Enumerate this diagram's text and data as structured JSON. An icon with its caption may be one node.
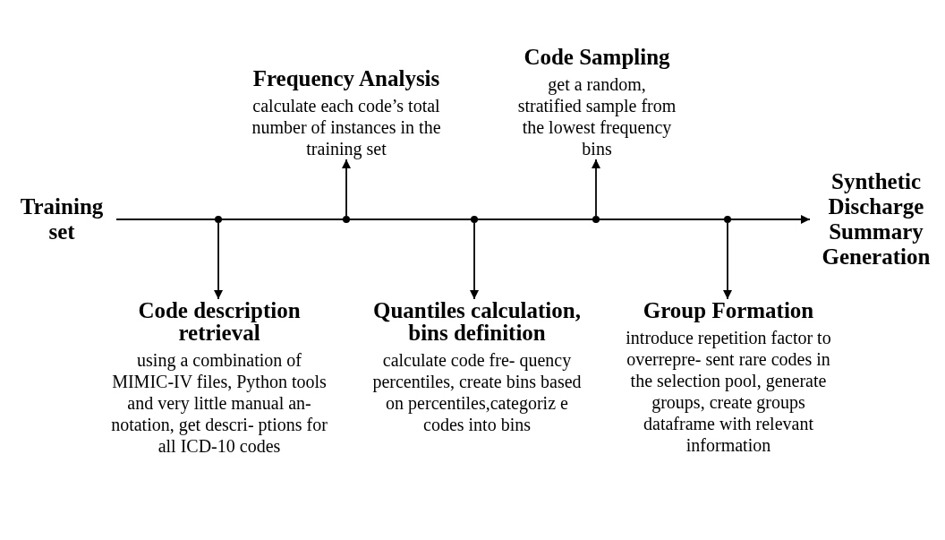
{
  "diagram": {
    "nodes": [
      {
        "text": [
          "Training set"
        ]
      },
      {
        "text": [],
        "shape": "circle"
      },
      {
        "text": [
          "Code description retrieval",
          "using a combination of MIMIC-IV files, Python tools and very little manual an- notation, get descri- ptions for all ICD-10 codes"
        ]
      },
      {
        "text": [],
        "shape": "circle"
      },
      {
        "text": [
          "Frequency Analysis",
          "calculate each code’s total number of instances in the training set"
        ]
      },
      {
        "text": [],
        "shape": "circle"
      },
      {
        "text": [
          "Quantiles calculation, bins definition",
          "calculate code fre- quency percentiles, create bins based on percentiles,categoriz e codes into bins"
        ]
      },
      {
        "text": [],
        "shape": "circle"
      },
      {
        "text": [
          "Code Sampling",
          "get a random, stratified sample from the lowest frequency bins"
        ]
      },
      {
        "text": [],
        "shape": "circle"
      },
      {
        "text": [
          "Group Formation",
          "introduce repetition factor to overrepre- sent rare codes in the selection pool, generate groups, create groups dataframe with relevant information"
        ]
      },
      {
        "text": [
          "Synthetic Discharge Summary Generation"
        ]
      }
    ],
    "edges": [
      {
        "from": 0,
        "to": 11,
        "arrow": "to"
      },
      {
        "from": 1,
        "to": 2,
        "arrow": "to"
      },
      {
        "from": 3,
        "to": 4,
        "arrow": "to"
      },
      {
        "from": 5,
        "to": 6,
        "arrow": "to"
      },
      {
        "from": 7,
        "to": 8,
        "arrow": "to"
      },
      {
        "from": 9,
        "to": 10,
        "arrow": "to"
      }
    ]
  }
}
